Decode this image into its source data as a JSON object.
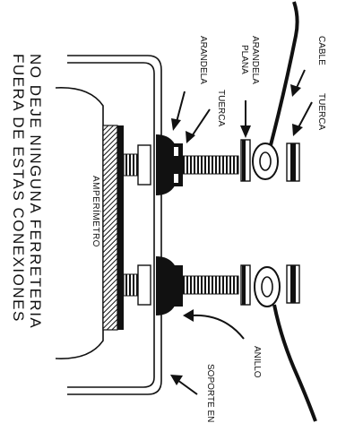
{
  "warning": {
    "line1": "NO DEJE NINGUNA FERRETERIA",
    "line2": "FUERA DE ESTAS CONEXIONES"
  },
  "labels": {
    "ammeter": "AMPERÍMETRO",
    "washer": "ARANDELA",
    "flat_washer_1": "ARANDELA",
    "flat_washer_2": "PLANA",
    "nut_inner": "TUERCA",
    "cable": "CABLE",
    "nut_outer": "TUERCA",
    "ring": "ANILLO",
    "support": "SOPORTE EN"
  },
  "colors": {
    "ink": "#111111",
    "paper": "#ffffff"
  }
}
